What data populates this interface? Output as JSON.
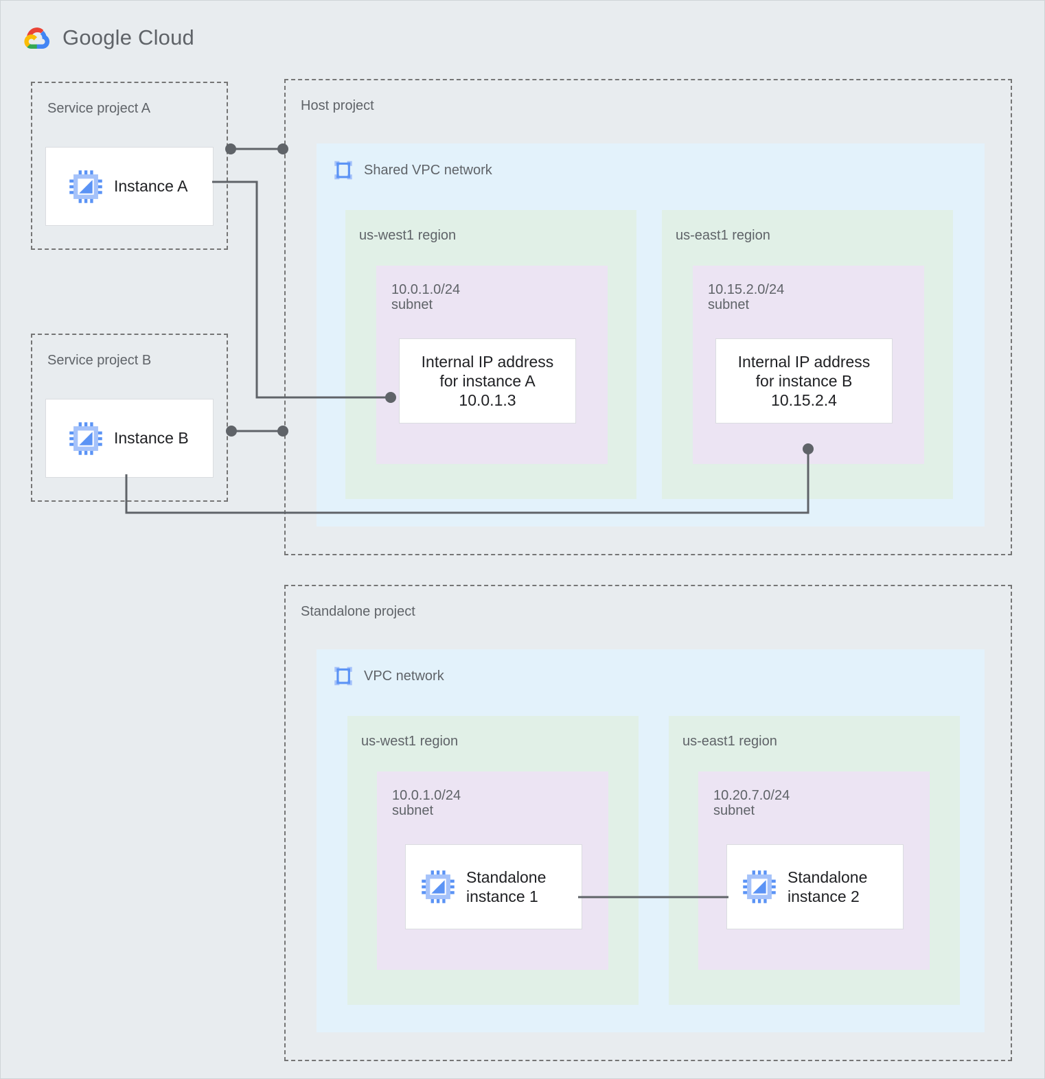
{
  "brand": {
    "logo_icon": "google-cloud-logo-icon",
    "name_bold": "Google",
    "name_light": " Cloud"
  },
  "colors": {
    "page_background": "#e8ecef",
    "project_border": "#757575",
    "vpc_background": "#e3f2fb",
    "region_background": "#e1f0e7",
    "subnet_background": "#ece4f3",
    "card_background": "#ffffff",
    "connector": "#5f6368",
    "label_text": "#5f6368",
    "card_text": "#202124",
    "icon_blue_dark": "#5b93f5",
    "icon_blue_light": "#a5c2fa"
  },
  "projects": {
    "service_a": {
      "label": "Service project A",
      "instance": {
        "label": "Instance A",
        "icon": "vm-instance-icon"
      }
    },
    "service_b": {
      "label": "Service project B",
      "instance": {
        "label": "Instance B",
        "icon": "vm-instance-icon"
      }
    },
    "host": {
      "label": "Host project",
      "network": {
        "title": "Shared VPC network",
        "icon": "vpc-network-icon",
        "regions": [
          {
            "label": "us-west1 region",
            "subnet": {
              "label": "10.0.1.0/24\nsubnet",
              "cidr": "10.0.1.0/24",
              "node": {
                "label": "Internal IP address\nfor instance A\n10.0.1.3",
                "ip": "10.0.1.3"
              }
            }
          },
          {
            "label": "us-east1 region",
            "subnet": {
              "label": "10.15.2.0/24\nsubnet",
              "cidr": "10.15.2.0/24",
              "node": {
                "label": "Internal IP address\nfor instance B\n10.15.2.4",
                "ip": "10.15.2.4"
              }
            }
          }
        ]
      }
    },
    "standalone": {
      "label": "Standalone project",
      "network": {
        "title": "VPC network",
        "icon": "vpc-network-icon",
        "regions": [
          {
            "label": "us-west1 region",
            "subnet": {
              "label": "10.0.1.0/24\nsubnet",
              "cidr": "10.0.1.0/24",
              "node": {
                "label": "Standalone\ninstance 1",
                "icon": "vm-instance-icon"
              }
            }
          },
          {
            "label": "us-east1 region",
            "subnet": {
              "label": "10.20.7.0/24\nsubnet",
              "cidr": "10.20.7.0/24",
              "node": {
                "label": "Standalone\ninstance 2",
                "icon": "vm-instance-icon"
              }
            }
          }
        ]
      }
    }
  }
}
